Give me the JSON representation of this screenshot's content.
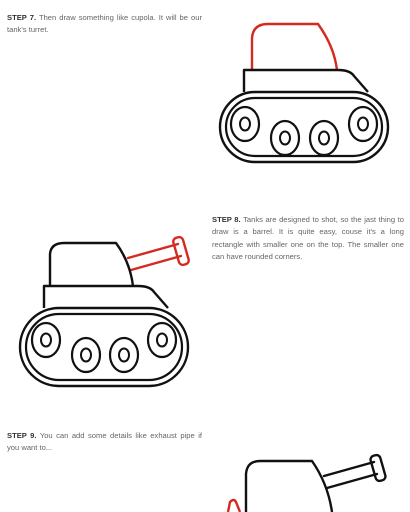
{
  "steps": [
    {
      "label": "STEP 7.",
      "text": " Then draw something like cupola. It will be our tank's turret."
    },
    {
      "label": "STEP 8.",
      "text": " Tanks are designed to shot, so the jast thing to draw is a barrel. It is quite easy, couse it's a long rectangle with smaller one on the top. The smaller one can have rounded corners."
    },
    {
      "label": "STEP 9.",
      "text": " You can add some details like exhaust pipe if you want to..."
    }
  ],
  "colors": {
    "outline": "#111111",
    "highlight": "#d42a20",
    "text": "#666666"
  }
}
